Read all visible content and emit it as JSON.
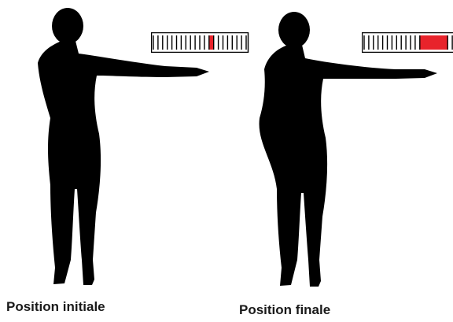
{
  "captions": {
    "initial": "Position initiale",
    "final": "Position finale"
  },
  "colors": {
    "silhouette": "#000000",
    "meter_fill": "#e8232b",
    "meter_border": "#000000",
    "background": "#ffffff"
  },
  "icons": {
    "figure": "pointing-person-silhouette",
    "meter": "segmented-gauge"
  },
  "meters": [
    {
      "id": "initial",
      "segments": 20,
      "highlight_start": 12,
      "highlight_end": 13
    },
    {
      "id": "final",
      "segments": 20,
      "highlight_start": 12,
      "highlight_end": 18
    }
  ]
}
